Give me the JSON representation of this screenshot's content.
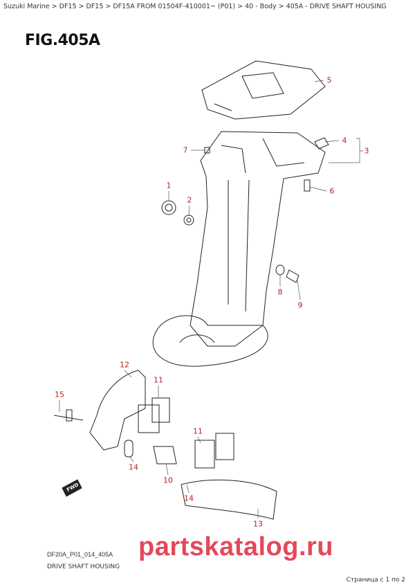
{
  "breadcrumb": "Suzuki Marine > DF15 > DF15 > DF15A FROM 01504F-410001~ (P01) > 40 - Body > 405A - DRIVE SHAFT HOUSING",
  "figure_title": "FIG.405A",
  "callouts": [
    "5",
    "4",
    "3",
    "7",
    "1",
    "2",
    "6",
    "8",
    "9",
    "12",
    "11",
    "15",
    "11",
    "14",
    "10",
    "14",
    "13"
  ],
  "watermark": "partskatalog.ru",
  "fwd_label": "FWD",
  "diagram_code": "DF20A_P01_014_405A",
  "caption": "DRIVE SHAFT HOUSING",
  "page_indicator": "Страница с 1 по 2",
  "colors": {
    "callout": "#b22222",
    "watermark": "#e1283c"
  }
}
